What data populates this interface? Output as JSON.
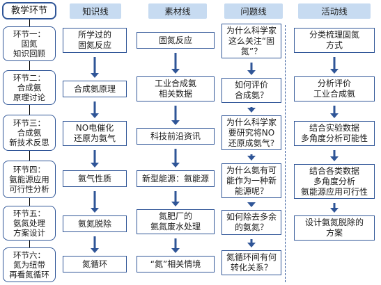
{
  "headers": {
    "stages": "教学环节",
    "knowledge": "知识线",
    "material": "素材线",
    "question": "问题线",
    "activity": "活动线"
  },
  "stages": [
    "环节一：\n固氮\n知识回顾",
    "环节二：\n合成氨\n原理讨论",
    "环节三：\n合成氨\n新技术反思",
    "环节四：\n氨能源应用\n可行性分析",
    "环节五：\n氨氮处理\n方案设计",
    "环节六：\n氮为纽带\n再看氮循环"
  ],
  "knowledge": [
    "所学过的\n固氮反应",
    "合成氨原理",
    "NO电催化\n还原为氨气",
    "氨气性质",
    "氨氮脱除",
    "氮循环"
  ],
  "material": [
    "固氮反应",
    "工业合成氨\n相关数据",
    "科技前沿资讯",
    "新型能源：氨能源",
    "氮肥厂的\n氨氮废水处理",
    "“氮”相关情境"
  ],
  "question": [
    "为什么科学家\n这么关注“固\n氮”？",
    "如何评价\n合成氨？",
    "为什么科学家\n要研究将NO\n还原成氨气?",
    "为什么氨有可\n能作为一种新\n能源呢？",
    "如何除去多余\n的氨氮？",
    "氮循环间有何\n转化关系？"
  ],
  "activity": [
    "分类梳理固氮\n方式",
    "分析评价\n工业合成氨",
    "结合实验数据\n多角度分析可能性",
    "结合各类数据\n多角度分析\n氨能源应用可行性",
    "设计氨氮脱除的\n方案",
    ""
  ],
  "colors": {
    "border": "#2f5597",
    "header_fill": "#c7dbf1",
    "arrow": "#2f5597"
  }
}
